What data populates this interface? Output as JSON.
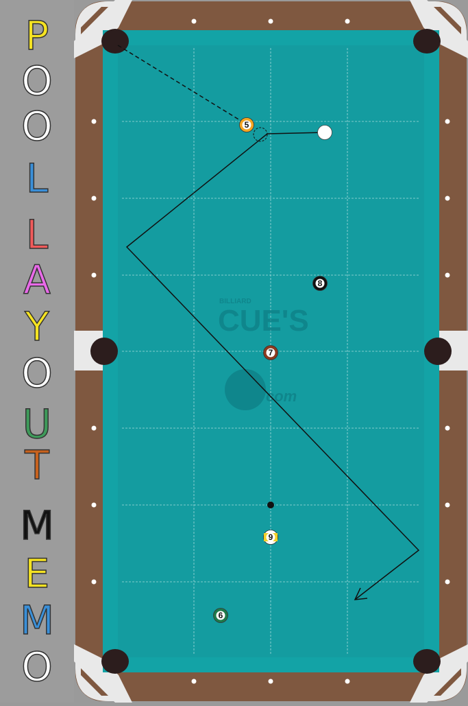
{
  "app": {
    "title_letters": [
      {
        "char": "P",
        "color": "#f5e322"
      },
      {
        "char": "O",
        "color": "#ffffff"
      },
      {
        "char": "O",
        "color": "#ffffff"
      },
      {
        "char": "L",
        "color": "#3a8fd8"
      },
      {
        "char": "L",
        "color": "#f05a5a"
      },
      {
        "char": "A",
        "color": "#e86ae8"
      },
      {
        "char": "Y",
        "color": "#f5e322"
      },
      {
        "char": "O",
        "color": "#ffffff"
      },
      {
        "char": "U",
        "color": "#3e9a5a"
      },
      {
        "char": "T",
        "color": "#c8621e"
      },
      {
        "char": "M",
        "color": "#111111"
      },
      {
        "char": "E",
        "color": "#f5e322"
      },
      {
        "char": "M",
        "color": "#3a8fd8"
      },
      {
        "char": "O",
        "color": "#ffffff"
      }
    ]
  },
  "table": {
    "cloth_color": "#149ca0",
    "rail_color": "#13a3a6",
    "wood_color": "#7f5840",
    "corner_color": "#e9e9e9",
    "pocket_color": "#2c1d1d",
    "watermark": {
      "small": "BILLIARD",
      "main": "CUE'S",
      "sub": "com"
    }
  },
  "balls": [
    {
      "number": "5",
      "color": "#f5a623",
      "stripe": false
    },
    {
      "number": "8",
      "color": "#111111",
      "stripe": false
    },
    {
      "number": "7",
      "color": "#8a3a1e",
      "stripe": false
    },
    {
      "number": "9",
      "color": "#f3d028",
      "stripe": true
    },
    {
      "number": "6",
      "color": "#1f7a4a",
      "stripe": false
    }
  ],
  "cue_ball": {
    "color": "#ffffff"
  }
}
